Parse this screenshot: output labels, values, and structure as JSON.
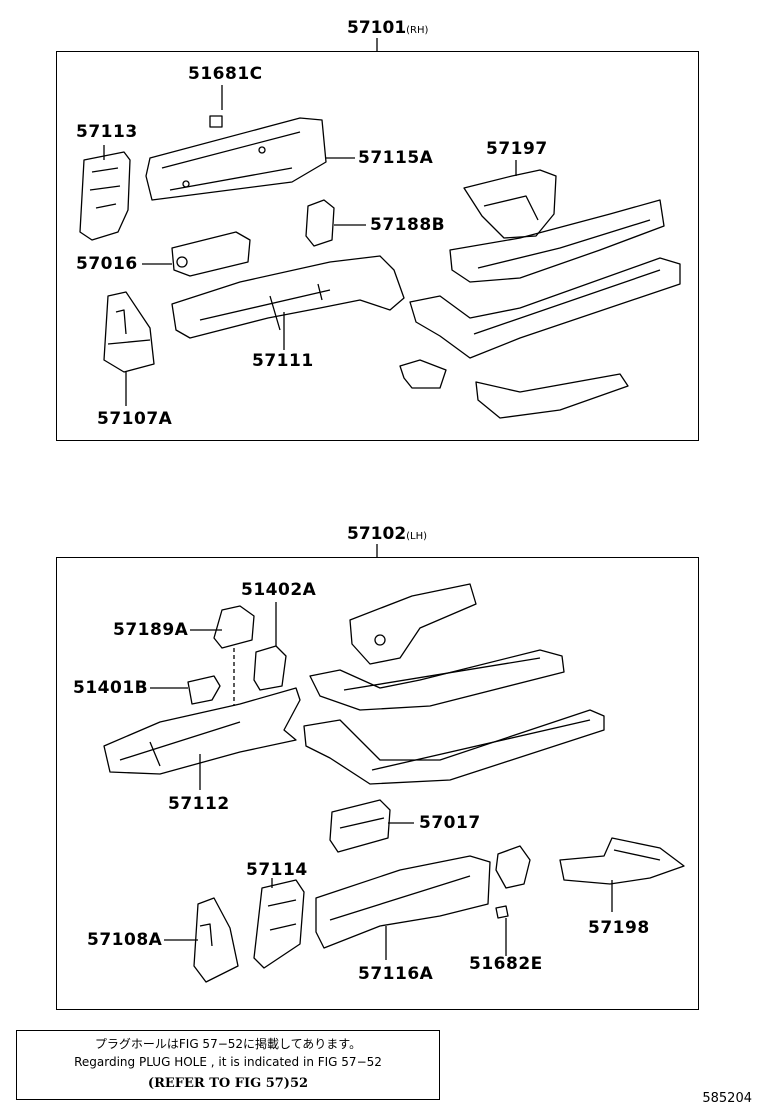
{
  "assemblies": {
    "rh": {
      "part_no": "57101",
      "suffix": "(RH)"
    },
    "lh": {
      "part_no": "57102",
      "suffix": "(LH)"
    }
  },
  "rh_parts": {
    "p51681c": "51681C",
    "p57113": "57113",
    "p57115a": "57115A",
    "p57197": "57197",
    "p57188b": "57188B",
    "p57016": "57016",
    "p57111": "57111",
    "p57107a": "57107A"
  },
  "lh_parts": {
    "p51402a": "51402A",
    "p57189a": "57189A",
    "p51401b": "51401B",
    "p57112": "57112",
    "p57017": "57017",
    "p57114": "57114",
    "p57108a": "57108A",
    "p57116a": "57116A",
    "p51682e": "51682E",
    "p57198": "57198"
  },
  "note": {
    "line1": "プラグホールはFIG 57−52に掲載してあります。",
    "line2": "Regarding PLUG HOLE , it is indicated in FIG 57−52",
    "line3": "(REFER TO FIG 57)52"
  },
  "diagram_code": "585204"
}
